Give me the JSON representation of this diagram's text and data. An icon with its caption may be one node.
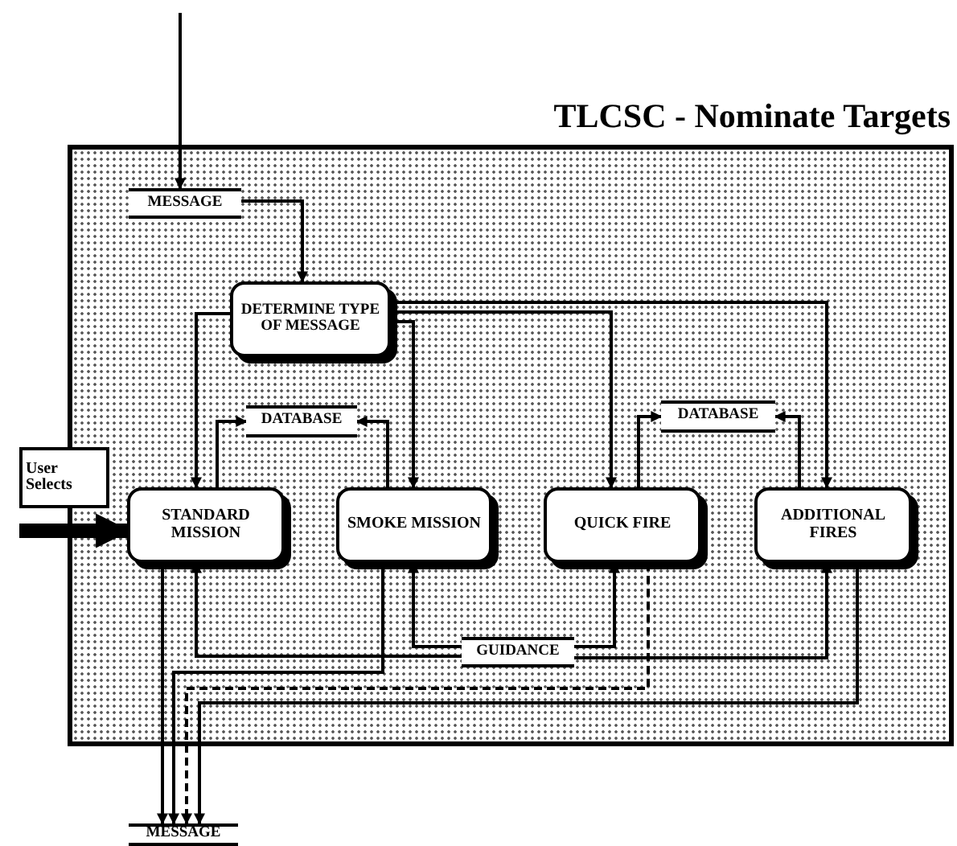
{
  "diagram": {
    "nodes": [
      {
        "text": [
          "TLCSC - Nominate Targets"
        ]
      },
      {
        "text": [
          "MESSAGE"
        ],
        "in": 0
      },
      {
        "text": [
          "DETERMINE TYPE OF MESSAGE"
        ],
        "in": 0
      },
      {
        "text": [
          "DATABASE"
        ],
        "in": 0
      },
      {
        "text": [
          "DATABASE"
        ],
        "in": 0
      },
      {
        "text": [
          "User Selects"
        ]
      },
      {
        "text": [
          "STANDARD MISSION"
        ],
        "in": 0
      },
      {
        "text": [
          "SMOKE MISSION"
        ],
        "in": 0
      },
      {
        "text": [
          "QUICK FIRE"
        ],
        "in": 0
      },
      {
        "text": [
          "ADDITIONAL FIRES"
        ],
        "in": 0
      },
      {
        "text": [
          "GUIDANCE"
        ],
        "in": 0
      },
      {
        "text": [
          "MESSAGE"
        ]
      }
    ],
    "edges": [
      {
        "from": null,
        "to": 1,
        "arrow": "to"
      },
      {
        "from": 1,
        "to": 2,
        "arrow": "to"
      },
      {
        "from": 2,
        "to": 6,
        "arrow": "to"
      },
      {
        "from": 2,
        "to": 7,
        "arrow": "to"
      },
      {
        "from": 2,
        "to": 8,
        "arrow": "to"
      },
      {
        "from": 2,
        "to": 9,
        "arrow": "to"
      },
      {
        "from": 6,
        "to": 3,
        "arrow": "to"
      },
      {
        "from": 7,
        "to": 3,
        "arrow": "to"
      },
      {
        "from": 8,
        "to": 4,
        "arrow": "to"
      },
      {
        "from": 9,
        "to": 4,
        "arrow": "to"
      },
      {
        "from": null,
        "to": 6,
        "arrow": "to",
        "style": "thick"
      },
      {
        "from": 10,
        "to": 6,
        "arrow": "to"
      },
      {
        "from": 10,
        "to": 7,
        "arrow": "to"
      },
      {
        "from": 10,
        "to": 8,
        "arrow": "to"
      },
      {
        "from": 10,
        "to": 9,
        "arrow": "to"
      },
      {
        "from": 6,
        "to": 11,
        "arrow": "to"
      },
      {
        "from": 7,
        "to": 11,
        "arrow": "to"
      },
      {
        "from": 8,
        "to": 11,
        "arrow": "to",
        "style": "dashed"
      },
      {
        "from": 9,
        "to": 11,
        "arrow": "to"
      }
    ]
  }
}
